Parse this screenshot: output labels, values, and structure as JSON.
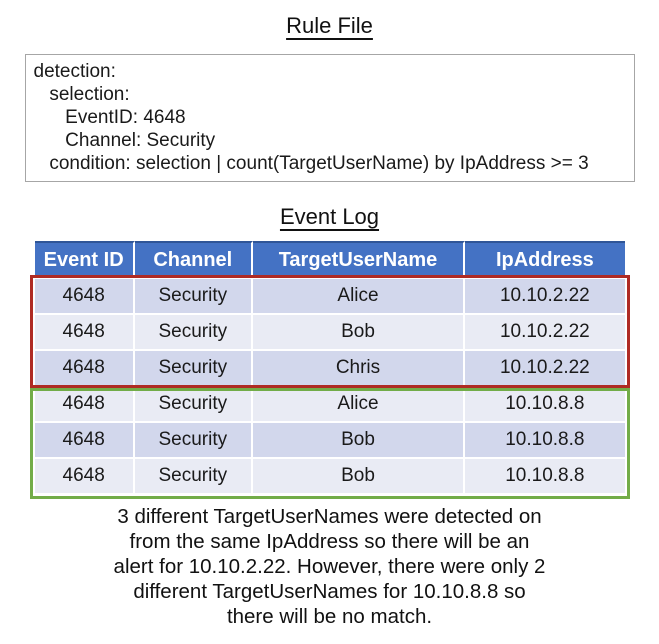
{
  "rule_file": {
    "title": "Rule File",
    "code": "detection:\n   selection:\n      EventID: 4648\n      Channel: Security\n   condition: selection | count(TargetUserName) by IpAddress >= 3"
  },
  "event_log": {
    "title": "Event Log",
    "columns": [
      "Event ID",
      "Channel",
      "TargetUserName",
      "IpAddress"
    ],
    "rows": [
      [
        "4648",
        "Security",
        "Alice",
        "10.10.2.22"
      ],
      [
        "4648",
        "Security",
        "Bob",
        "10.10.2.22"
      ],
      [
        "4648",
        "Security",
        "Chris",
        "10.10.2.22"
      ],
      [
        "4648",
        "Security",
        "Alice",
        "10.10.8.8"
      ],
      [
        "4648",
        "Security",
        "Bob",
        "10.10.8.8"
      ],
      [
        "4648",
        "Security",
        "Bob",
        "10.10.8.8"
      ]
    ],
    "highlights": [
      {
        "name": "alert-group",
        "ip": "10.10.2.22",
        "rows": "1-3",
        "border_color": "#AF2B24"
      },
      {
        "name": "no-match-group",
        "ip": "10.10.8.8",
        "rows": "4-6",
        "border_color": "#72AC48"
      }
    ]
  },
  "caption": {
    "text": "3 different TargetUserNames were detected on\nfrom the same IpAddress so there will be an\nalert for 10.10.2.22. However, there were only 2\ndifferent TargetUserNames for 10.10.8.8 so\nthere will be no match."
  },
  "colors": {
    "header_bg": "#4472C4",
    "header_text": "#FFFFFF",
    "header_top_border": "#2F5597",
    "row_dark": "#D2D7EC",
    "row_light": "#E9EBF4",
    "alert_border": "#AF2B24",
    "no_match_border": "#72AC48",
    "rule_box_border": "#A6A6A6"
  }
}
